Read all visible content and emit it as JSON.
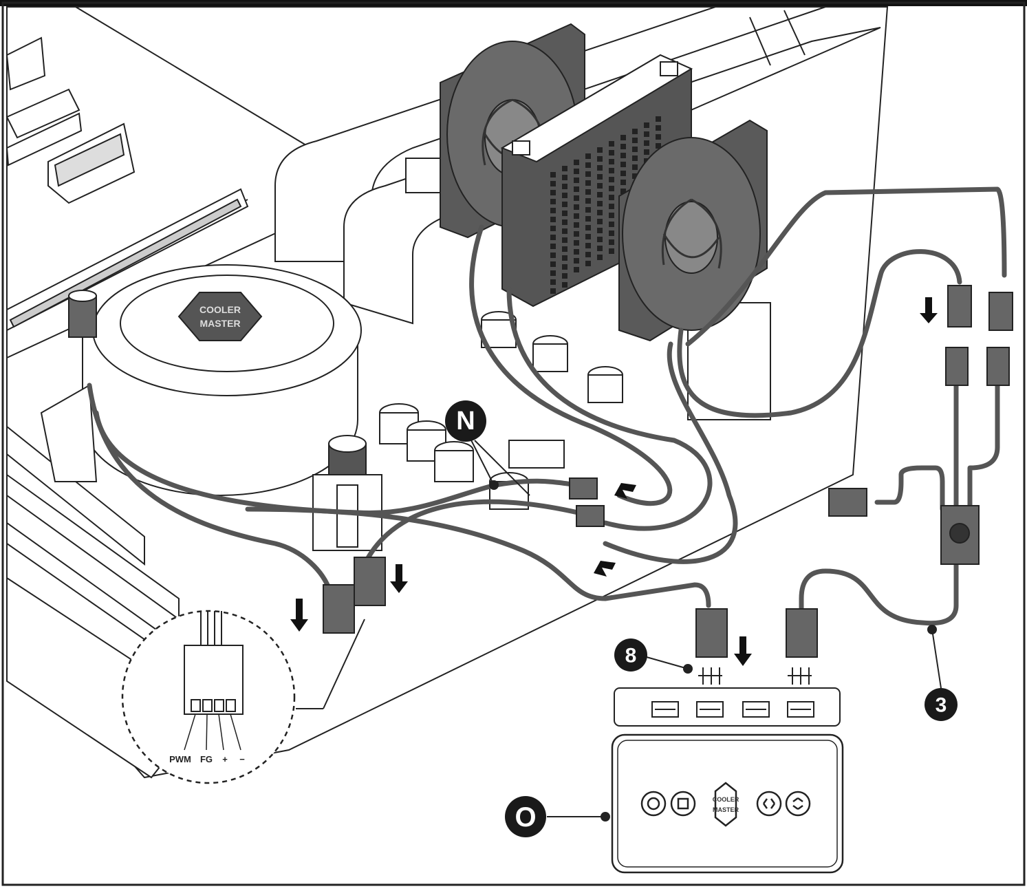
{
  "callouts": {
    "n": "N",
    "eight": "8",
    "three": "3",
    "o": "O"
  },
  "pin_labels": {
    "pwm": "PWM",
    "fg": "FG",
    "plus": "+",
    "minus": "−"
  },
  "logo": {
    "line1": "COOLER",
    "line2": "MASTER"
  },
  "colors": {
    "line": "#222222",
    "cable": "#5a5a5a",
    "component_dark": "#4a4a4a",
    "fill_light": "#ffffff",
    "badge": "#1a1a1a"
  }
}
